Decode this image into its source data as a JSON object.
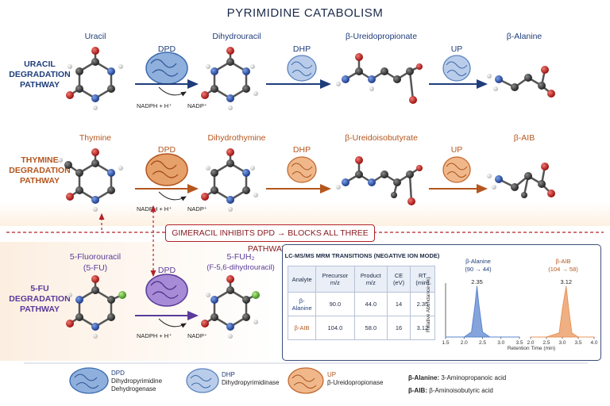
{
  "title": "PYRIMIDINE CATABOLISM",
  "colors": {
    "blue": "#1f3d7a",
    "orange": "#b4561e",
    "purple": "#5a3a9a",
    "red": "#b3222b",
    "enzyme_blue": "#8fb0dc",
    "enzyme_orange": "#e6a06a",
    "enzyme_purple": "#a78bd6"
  },
  "pathways": {
    "uracil": {
      "label_lines": [
        "URACIL",
        "DEGRADATION",
        "PATHWAY"
      ],
      "molecules": [
        "Uracil",
        "Dihydrouracil",
        "β-Ureidopropionate",
        "β-Alanine"
      ],
      "enzymes": [
        "DPD",
        "DHP",
        "UP"
      ],
      "cofactor_in": "NADPH + H⁺",
      "cofactor_out": "NADP⁺"
    },
    "thymine": {
      "label_lines": [
        "THYMINE",
        "DEGRADATION",
        "PATHWAY"
      ],
      "molecules": [
        "Thymine",
        "Dihydrothymine",
        "β-Ureidoisobutyrate",
        "β-AIB"
      ],
      "enzymes": [
        "DPD",
        "DHP",
        "UP"
      ],
      "cofactor_in": "NADPH + H⁺",
      "cofactor_out": "NADP⁺"
    },
    "fu": {
      "label_lines": [
        "5-FU",
        "DEGRADATION",
        "PATHWAY"
      ],
      "molecules": [
        "5-Fluorouracil",
        "5-FUH₂"
      ],
      "molecule_sublabels": [
        "(5-FU)",
        "(F-5,6-dihydrouracil)"
      ],
      "enzymes": [
        "DPD"
      ],
      "cofactor_in": "NADPH + H⁺",
      "cofactor_out": "NADP⁺"
    }
  },
  "inhibition_banner": "GIMERACIL INHIBITS DPD → BLOCKS ALL THREE PATHWAYS",
  "mrm_panel": {
    "title": "LC-MS/MS MRM TRANSITIONS (NEGATIVE ION MODE)",
    "columns": [
      "Analyte",
      "Precursor m/z",
      "Product m/z",
      "CE (eV)",
      "RT (min)"
    ],
    "rows": [
      [
        "β-Alanine",
        "90.0",
        "44.0",
        "14",
        "2.35"
      ],
      [
        "β-AIB",
        "104.0",
        "58.0",
        "16",
        "3.12"
      ]
    ]
  },
  "chart_data": [
    {
      "type": "area",
      "title": "β-Alanine",
      "subtitle": "(90 → 44)",
      "peak_label": "2.35",
      "x": [
        1.5,
        2.0,
        2.2,
        2.3,
        2.35,
        2.4,
        2.5,
        2.7,
        3.0,
        3.5
      ],
      "values": [
        0,
        0,
        10,
        65,
        100,
        65,
        10,
        0,
        0,
        0
      ],
      "xlim": [
        1.5,
        3.5
      ],
      "xticks": [
        "1.5",
        "2.0",
        "2.5",
        "3.0",
        "3.5"
      ],
      "ylabel": "Relative Abundance (%)",
      "color": "#5b86cf"
    },
    {
      "type": "area",
      "title": "β-AIB",
      "subtitle": "(104 → 58)",
      "peak_label": "3.12",
      "x": [
        2.0,
        2.5,
        2.9,
        3.0,
        3.12,
        3.2,
        3.3,
        3.5,
        4.0
      ],
      "values": [
        0,
        0,
        8,
        55,
        100,
        55,
        8,
        0,
        0
      ],
      "xlim": [
        2.0,
        4.0
      ],
      "xticks": [
        "2.0",
        "2.5",
        "3.0",
        "3.5",
        "4.0"
      ],
      "xlabel": "Retention Time (min)",
      "color": "#e8955a"
    }
  ],
  "legend": {
    "dpd": {
      "abbr": "DPD",
      "name_lines": [
        "Dihydropyrimidine",
        "Dehydrogenase"
      ]
    },
    "dhp": {
      "abbr": "DHP",
      "name": "Dihydropyrimidinase"
    },
    "up": {
      "abbr": "UP",
      "name": "β-Ureidopropionase"
    },
    "defs": [
      {
        "term": "β-Alanine:",
        "desc": "3-Aminopropanoic acid"
      },
      {
        "term": "β-AIB:",
        "desc": "β-Aminoisobutyric acid"
      }
    ]
  }
}
